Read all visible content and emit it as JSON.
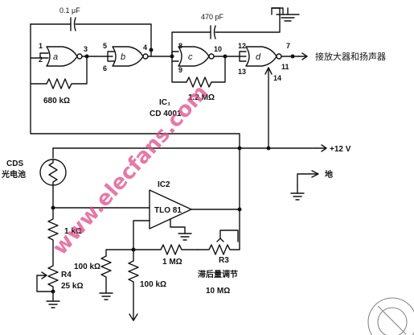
{
  "labels": {
    "cap1": "0.1 μF",
    "cap2": "470 pF",
    "r_a": "680 kΩ",
    "r_c": "1.2 MΩ",
    "ic1_name": "IC₁",
    "ic1_part": "CD 4001",
    "output_text": "接放大器和扬声器",
    "supply": "+12 V",
    "cds_1": "CDS",
    "cds_2": "光电池",
    "ic2_name": "IC2",
    "ic2_part": "TLO 81",
    "ground_text": "地",
    "r1k": "1 kΩ",
    "r4_name": "R4",
    "r4_val": "25 kΩ",
    "r100a": "100 kΩ",
    "r100b": "100 kΩ",
    "r1m": "1 MΩ",
    "r3_name": "R3",
    "r3_desc": "滞后量调节",
    "r3_val": "10 MΩ",
    "watermark": "www.elecfans.com"
  },
  "gates": {
    "a": "a",
    "b": "b",
    "c": "c",
    "d": "d"
  },
  "pins": {
    "p1": "1",
    "p2": "2",
    "p3": "3",
    "p5": "5",
    "p6": "6",
    "p4": "4",
    "p8": "8",
    "p9": "9",
    "p10": "10",
    "p12": "12",
    "p13": "13",
    "p7": "7",
    "p11": "11",
    "p14": "14"
  },
  "colors": {
    "ink": "#111111",
    "watermark": "#e04b8b"
  }
}
